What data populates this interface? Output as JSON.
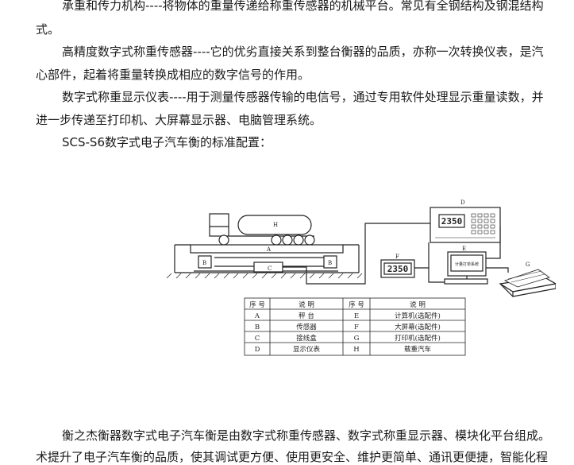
{
  "paragraphs": {
    "p1_line1": "承重和传力机构----将物体的重量传递给称重传感器的机械平台。常见有全钢结构及钢混结构",
    "p1_line2": "式。",
    "p2_line1": "高精度数字式称重传感器----它的优劣直接关系到整台衡器的品质，亦称一次转换仪表，是汽",
    "p2_line2": "心部件，起着将重量转换成相应的数字信号的作用。",
    "p3_line1": "数字式称重显示仪表----用于测量传感器传输的电信号，通过专用软件处理显示重量读数，并",
    "p3_line2": "进一步传递至打印机、大屏幕显示器、电脑管理系统。",
    "p4": "SCS-S6数字式电子汽车衡的标准配置：",
    "p5_line1": "衡之杰衡器数字式电子汽车衡是由数字式称重传感器、数字式称重显示器、模块化平台组成。",
    "p5_line2": "术提升了电子汽车衡的品质，使其调试更方便、使用更安全、维护更简单、通讯更便捷，智能化程"
  },
  "diagram": {
    "truck_label": "H",
    "platform_label": "A",
    "sensor_label": "B",
    "junction_label": "C",
    "indicator_label": "D",
    "computer_label": "E",
    "bigscreen_label": "F",
    "printer_label": "G",
    "indicator_reading": "2350",
    "bigscreen_reading": "2350",
    "monitor_text": "计量打单系统"
  },
  "table": {
    "headers": [
      "序 号",
      "说  明",
      "序 号",
      "说  明"
    ],
    "rows": [
      [
        "A",
        "秤  台",
        "E",
        "计算机(选配件)"
      ],
      [
        "B",
        "传感器",
        "F",
        "大屏幕(选配件)"
      ],
      [
        "C",
        "接线盒",
        "G",
        "打印机(选配件)"
      ],
      [
        "D",
        "显示仪表",
        "H",
        "载重汽车"
      ]
    ]
  }
}
